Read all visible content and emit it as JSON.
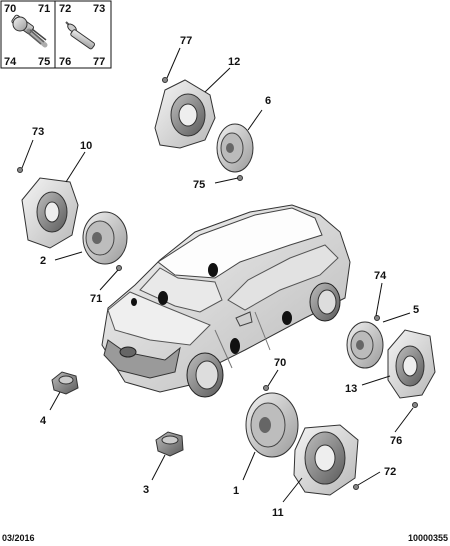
{
  "legend": {
    "cells": [
      "70",
      "71",
      "72",
      "73",
      "74",
      "75",
      "76",
      "77"
    ]
  },
  "callouts": [
    "77",
    "12",
    "6",
    "73",
    "10",
    "75",
    "2",
    "71",
    "74",
    "5",
    "4",
    "70",
    "13",
    "76",
    "3",
    "72",
    "1",
    "11"
  ],
  "footer": {
    "date": "03/2016",
    "ref": "10000355"
  }
}
